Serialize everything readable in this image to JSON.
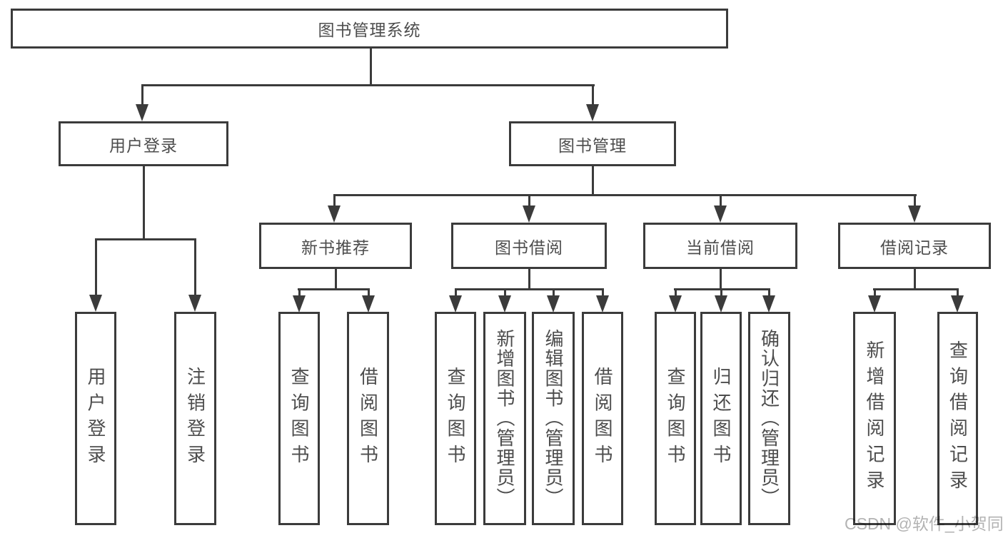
{
  "diagram_title": "图书管理系统",
  "tree": {
    "label": "图书管理系统",
    "children": [
      {
        "label": "用户登录",
        "children": [
          {
            "label": "用户登录"
          },
          {
            "label": "注销登录"
          }
        ]
      },
      {
        "label": "图书管理",
        "children": [
          {
            "label": "新书推荐",
            "children": [
              {
                "label": "查询图书"
              },
              {
                "label": "借阅图书"
              }
            ]
          },
          {
            "label": "图书借阅",
            "children": [
              {
                "label": "查询图书"
              },
              {
                "label": "新增图书（管理员）"
              },
              {
                "label": "编辑图书（管理员）"
              },
              {
                "label": "借阅图书"
              }
            ]
          },
          {
            "label": "当前借阅",
            "children": [
              {
                "label": "查询图书"
              },
              {
                "label": "归还图书"
              },
              {
                "label": "确认归还（管理员）"
              }
            ]
          },
          {
            "label": "借阅记录",
            "children": [
              {
                "label": "新增借阅记录"
              },
              {
                "label": "查询借阅记录"
              }
            ]
          }
        ]
      }
    ]
  },
  "watermark": {
    "text": "CSDN @软件_小贺同学"
  },
  "colors": {
    "line": "#3b3b3b",
    "text": "#4d4d4d",
    "watermark": "#b3b3b3",
    "background": "#ffffff"
  }
}
